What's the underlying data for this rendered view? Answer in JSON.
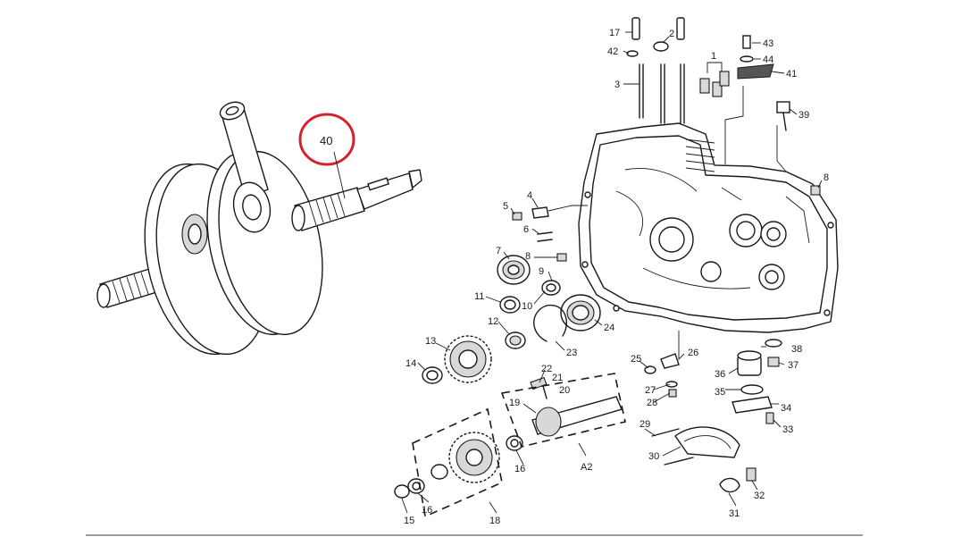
{
  "labels": {
    "l40": "40",
    "l17": "17",
    "l2": "2",
    "l43": "43",
    "l42": "42",
    "l44": "44",
    "l1": "1",
    "l41": "41",
    "l3": "3",
    "l39": "39",
    "l8a": "8",
    "l5": "5",
    "l4": "4",
    "l6": "6",
    "l7": "7",
    "l8b": "8",
    "l9": "9",
    "l11": "11",
    "l10": "10",
    "l12": "12",
    "l24": "24",
    "l13": "13",
    "l23": "23",
    "l38": "38",
    "l26": "26",
    "l14": "14",
    "l25": "25",
    "l36": "36",
    "l37": "37",
    "l22": "22",
    "l21": "21",
    "l20": "20",
    "l27": "27",
    "l28": "28",
    "l35": "35",
    "l19": "19",
    "l34": "34",
    "l29": "29",
    "l33": "33",
    "l30": "30",
    "l16a": "16",
    "lA2": "A2",
    "l32": "32",
    "l15": "15",
    "l16b": "16",
    "l18": "18",
    "l31": "31"
  },
  "highlight": {
    "color": "#d6212b",
    "target_label": "40"
  }
}
